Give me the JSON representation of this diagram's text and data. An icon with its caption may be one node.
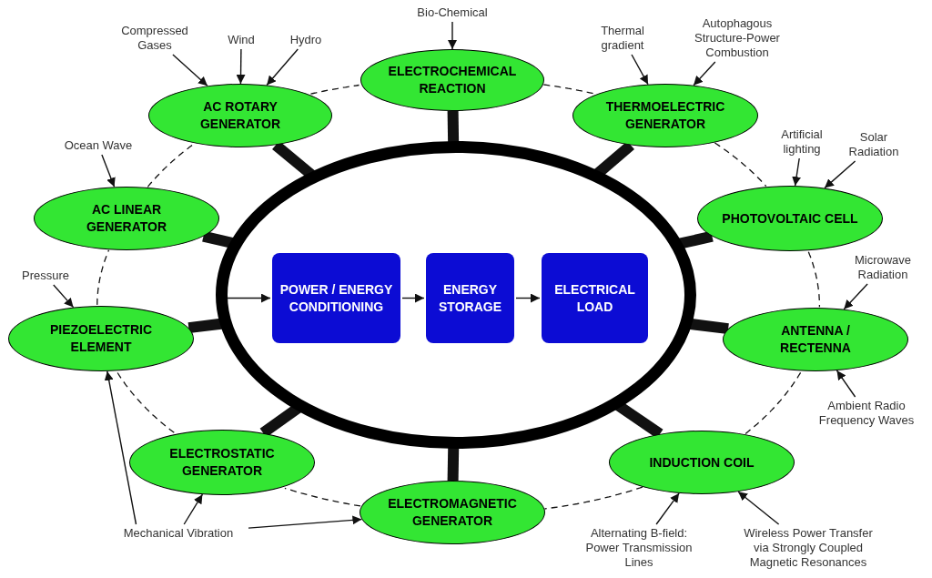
{
  "diagram": {
    "nodes": [
      {
        "text": [],
        "shape": "ellipse"
      },
      {
        "text": [
          "POWER / ENERGY CONDITIONING"
        ],
        "in": 0
      },
      {
        "text": [
          "ENERGY STORAGE"
        ],
        "in": 0
      },
      {
        "text": [
          "ELECTRICAL LOAD"
        ],
        "in": 0
      },
      {
        "text": [
          "ELECTROCHEMICAL REACTION"
        ]
      },
      {
        "text": [
          "AC ROTARY GENERATOR"
        ]
      },
      {
        "text": [
          "THERMOELECTRIC GENERATOR"
        ]
      },
      {
        "text": [
          "AC LINEAR GENERATOR"
        ]
      },
      {
        "text": [
          "PHOTOVOLTAIC CELL"
        ]
      },
      {
        "text": [
          "PIEZOELECTRIC ELEMENT"
        ]
      },
      {
        "text": [
          "ANTENNA / RECTENNA"
        ]
      },
      {
        "text": [
          "ELECTROSTATIC GENERATOR"
        ]
      },
      {
        "text": [
          "INDUCTION COIL"
        ]
      },
      {
        "text": [
          "ELECTROMAGNETIC GENERATOR"
        ]
      },
      {
        "text": [
          "Bio-Chemical"
        ]
      },
      {
        "text": [
          "Compressed Gases"
        ]
      },
      {
        "text": [
          "Wind"
        ]
      },
      {
        "text": [
          "Hydro"
        ]
      },
      {
        "text": [
          "Thermal gradient"
        ]
      },
      {
        "text": [
          "Autophagous Structure-Power Combustion"
        ]
      },
      {
        "text": [
          "Ocean Wave"
        ]
      },
      {
        "text": [
          "Artificial lighting"
        ]
      },
      {
        "text": [
          "Solar Radiation"
        ]
      },
      {
        "text": [
          "Pressure"
        ]
      },
      {
        "text": [
          "Microwave Radiation"
        ]
      },
      {
        "text": [
          "Ambient Radio Frequency Waves"
        ]
      },
      {
        "text": [
          "Mechanical Vibration"
        ]
      },
      {
        "text": [
          "Alternating B-field: Power Transmission Lines"
        ]
      },
      {
        "text": [
          "Wireless Power Transfer via Strongly Coupled Magnetic Resonances"
        ]
      }
    ],
    "edges": [
      {
        "from": 0,
        "to": 1,
        "arrow": "to"
      },
      {
        "from": 1,
        "to": 2,
        "arrow": "to"
      },
      {
        "from": 2,
        "to": 3,
        "arrow": "to"
      },
      {
        "from": 4,
        "to": 0,
        "arrow": "none",
        "style": "thick"
      },
      {
        "from": 5,
        "to": 0,
        "arrow": "none",
        "style": "thick"
      },
      {
        "from": 6,
        "to": 0,
        "arrow": "none",
        "style": "thick"
      },
      {
        "from": 7,
        "to": 0,
        "arrow": "none",
        "style": "thick"
      },
      {
        "from": 8,
        "to": 0,
        "arrow": "none",
        "style": "thick"
      },
      {
        "from": 9,
        "to": 0,
        "arrow": "none",
        "style": "thick"
      },
      {
        "from": 10,
        "to": 0,
        "arrow": "none",
        "style": "thick"
      },
      {
        "from": 11,
        "to": 0,
        "arrow": "none",
        "style": "thick"
      },
      {
        "from": 12,
        "to": 0,
        "arrow": "none",
        "style": "thick"
      },
      {
        "from": 13,
        "to": 0,
        "arrow": "none",
        "style": "thick"
      },
      {
        "from": 5,
        "to": 4,
        "arrow": "none",
        "style": "dashed"
      },
      {
        "from": 4,
        "to": 6,
        "arrow": "none",
        "style": "dashed"
      },
      {
        "from": 6,
        "to": 8,
        "arrow": "none",
        "style": "dashed"
      },
      {
        "from": 8,
        "to": 10,
        "arrow": "none",
        "style": "dashed"
      },
      {
        "from": 10,
        "to": 12,
        "arrow": "none",
        "style": "dashed"
      },
      {
        "from": 12,
        "to": 13,
        "arrow": "none",
        "style": "dashed"
      },
      {
        "from": 13,
        "to": 11,
        "arrow": "none",
        "style": "dashed"
      },
      {
        "from": 11,
        "to": 9,
        "arrow": "none",
        "style": "dashed"
      },
      {
        "from": 9,
        "to": 7,
        "arrow": "none",
        "style": "dashed"
      },
      {
        "from": 7,
        "to": 5,
        "arrow": "none",
        "style": "dashed"
      },
      {
        "from": 14,
        "to": 4,
        "arrow": "to"
      },
      {
        "from": 15,
        "to": 5,
        "arrow": "to"
      },
      {
        "from": 16,
        "to": 5,
        "arrow": "to"
      },
      {
        "from": 17,
        "to": 5,
        "arrow": "to"
      },
      {
        "from": 18,
        "to": 6,
        "arrow": "to"
      },
      {
        "from": 19,
        "to": 6,
        "arrow": "to"
      },
      {
        "from": 20,
        "to": 7,
        "arrow": "to"
      },
      {
        "from": 21,
        "to": 8,
        "arrow": "to"
      },
      {
        "from": 22,
        "to": 8,
        "arrow": "to"
      },
      {
        "from": 23,
        "to": 9,
        "arrow": "to"
      },
      {
        "from": 24,
        "to": 10,
        "arrow": "to"
      },
      {
        "from": 25,
        "to": 10,
        "arrow": "to"
      },
      {
        "from": 26,
        "to": 9,
        "arrow": "to"
      },
      {
        "from": 26,
        "to": 11,
        "arrow": "to"
      },
      {
        "from": 26,
        "to": 13,
        "arrow": "to"
      },
      {
        "from": 27,
        "to": 12,
        "arrow": "to"
      },
      {
        "from": 28,
        "to": 12,
        "arrow": "to"
      }
    ]
  }
}
